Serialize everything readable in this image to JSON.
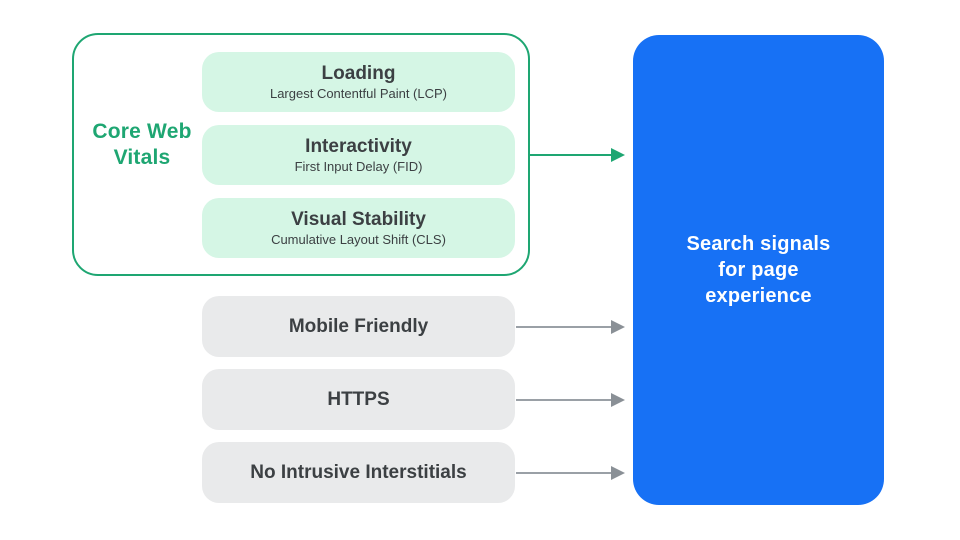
{
  "diagram": {
    "core_web_vitals": {
      "label": "Core Web Vitals",
      "items": [
        {
          "title": "Loading",
          "subtitle": "Largest Contentful Paint (LCP)"
        },
        {
          "title": "Interactivity",
          "subtitle": "First Input Delay (FID)"
        },
        {
          "title": "Visual Stability",
          "subtitle": "Cumulative Layout Shift (CLS)"
        }
      ]
    },
    "other_signals": [
      {
        "label": "Mobile Friendly"
      },
      {
        "label": "HTTPS"
      },
      {
        "label": "No Intrusive Interstitials"
      }
    ],
    "result": {
      "label": "Search signals for page experience"
    }
  },
  "colors": {
    "green": "#1EA672",
    "light_green": "#D5F6E5",
    "gray_pill": "#E9EAEB",
    "arrow_gray": "#9AA0A6",
    "blue": "#1771F5",
    "text_dark": "#3C4043",
    "white": "#FFFFFF"
  }
}
